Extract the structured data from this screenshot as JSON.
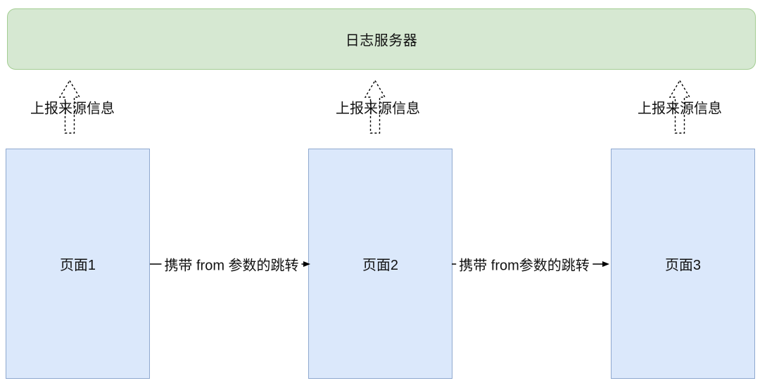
{
  "diagram": {
    "server": {
      "label": "日志服务器"
    },
    "pages": [
      {
        "label": "页面1"
      },
      {
        "label": "页面2"
      },
      {
        "label": "页面3"
      }
    ],
    "report_arrows": [
      {
        "label": "上报来源信息"
      },
      {
        "label": "上报来源信息"
      },
      {
        "label": "上报来源信息"
      }
    ],
    "transitions": [
      {
        "label": "携带 from 参数的跳转"
      },
      {
        "label": "携带 from参数的跳转"
      }
    ],
    "colors": {
      "server_fill": "#d6e8d2",
      "server_stroke": "#a3cd92",
      "page_fill": "#dbe8fb",
      "page_stroke": "#8fa8cf",
      "arrow_stroke": "#000000",
      "text": "#111111"
    }
  }
}
